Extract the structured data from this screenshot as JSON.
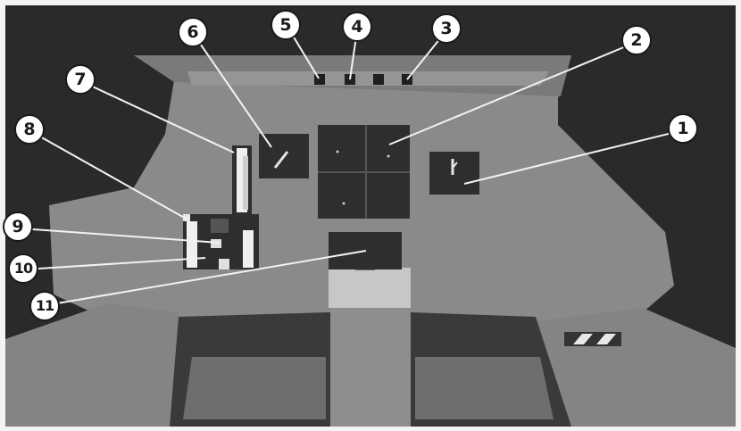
{
  "screen": "cockpit-view",
  "colors": {
    "background_dark": "#2a2a2a",
    "cockpit_hull": "#8c8c8c",
    "console_light": "#9c9c9c",
    "panel_dark": "#2e2e2e",
    "callout_fill": "#ffffff",
    "callout_ink": "#1a1a1a"
  },
  "callouts": [
    {
      "label": "1",
      "target": "right-display-panel"
    },
    {
      "label": "2",
      "target": "center-display-grid"
    },
    {
      "label": "3",
      "target": "indicator-light-3"
    },
    {
      "label": "4",
      "target": "indicator-light-4"
    },
    {
      "label": "5",
      "target": "indicator-light-5"
    },
    {
      "label": "6",
      "target": "left-display-panel"
    },
    {
      "label": "7",
      "target": "upper-gauge-bar"
    },
    {
      "label": "8",
      "target": "lower-gauge-bar-left"
    },
    {
      "label": "9",
      "target": "small-indicator-9"
    },
    {
      "label": "10",
      "target": "small-indicator-10"
    },
    {
      "label": "11",
      "target": "lower-center-display"
    }
  ]
}
